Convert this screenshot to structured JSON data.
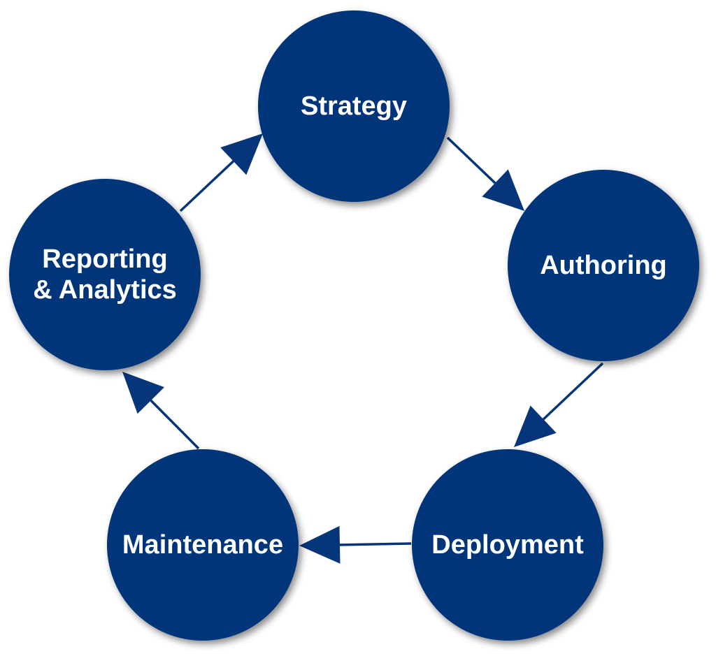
{
  "colors": {
    "node_fill": "#06357a",
    "arrow": "#06357a",
    "label_text": "#ffffff"
  },
  "nodes": [
    {
      "id": "strategy",
      "lines": [
        "Strategy"
      ]
    },
    {
      "id": "authoring",
      "lines": [
        "Authoring"
      ]
    },
    {
      "id": "deployment",
      "lines": [
        "Deployment"
      ]
    },
    {
      "id": "maintenance",
      "lines": [
        "Maintenance"
      ]
    },
    {
      "id": "reporting-analytics",
      "lines": [
        "Reporting",
        "& Analytics"
      ]
    }
  ],
  "edges": [
    {
      "from": "strategy",
      "to": "authoring"
    },
    {
      "from": "authoring",
      "to": "deployment"
    },
    {
      "from": "deployment",
      "to": "maintenance"
    },
    {
      "from": "maintenance",
      "to": "reporting-analytics"
    },
    {
      "from": "reporting-analytics",
      "to": "strategy"
    }
  ]
}
